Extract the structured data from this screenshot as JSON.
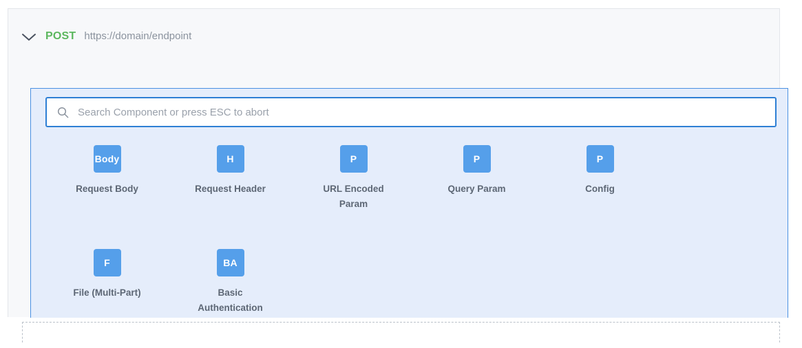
{
  "request": {
    "collapse_icon": "chevron-down-icon",
    "method": "POST",
    "method_color": "#5cb75e",
    "url": "https://domain/endpoint"
  },
  "picker": {
    "accent_color": "#4a90e2",
    "panel_bg": "#e5edfb",
    "tile_color": "#559fea",
    "search": {
      "icon": "search-icon",
      "value": "",
      "placeholder": "Search Component or press ESC to abort"
    },
    "components": [
      {
        "abbr": "Body",
        "label": "Request Body"
      },
      {
        "abbr": "H",
        "label": "Request Header"
      },
      {
        "abbr": "P",
        "label": "URL Encoded Param"
      },
      {
        "abbr": "P",
        "label": "Query Param"
      },
      {
        "abbr": "P",
        "label": "Config"
      },
      {
        "abbr": "F",
        "label": "File (Multi-Part)"
      },
      {
        "abbr": "BA",
        "label": "Basic Authentication"
      }
    ]
  }
}
